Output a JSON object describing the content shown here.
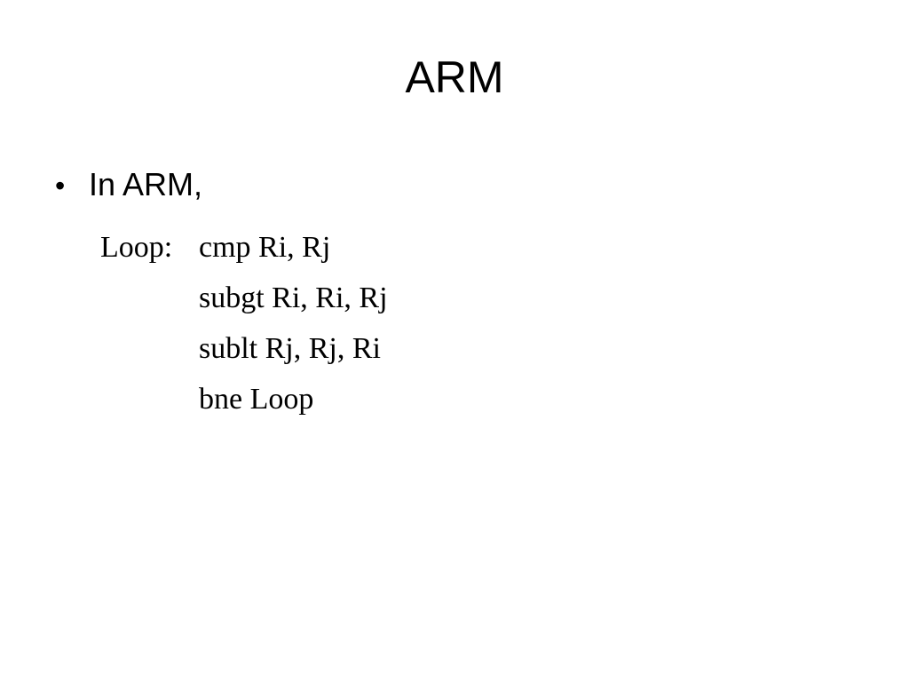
{
  "slide": {
    "title": "ARM",
    "bullets": [
      {
        "marker": "•",
        "text": "In ARM,"
      }
    ],
    "code": [
      {
        "label": "Loop:",
        "instruction": "cmp Ri, Rj"
      },
      {
        "label": "",
        "instruction": "subgt Ri, Ri, Rj"
      },
      {
        "label": "",
        "instruction": "sublt Rj, Rj, Ri"
      },
      {
        "label": "",
        "instruction": "bne Loop"
      }
    ]
  }
}
